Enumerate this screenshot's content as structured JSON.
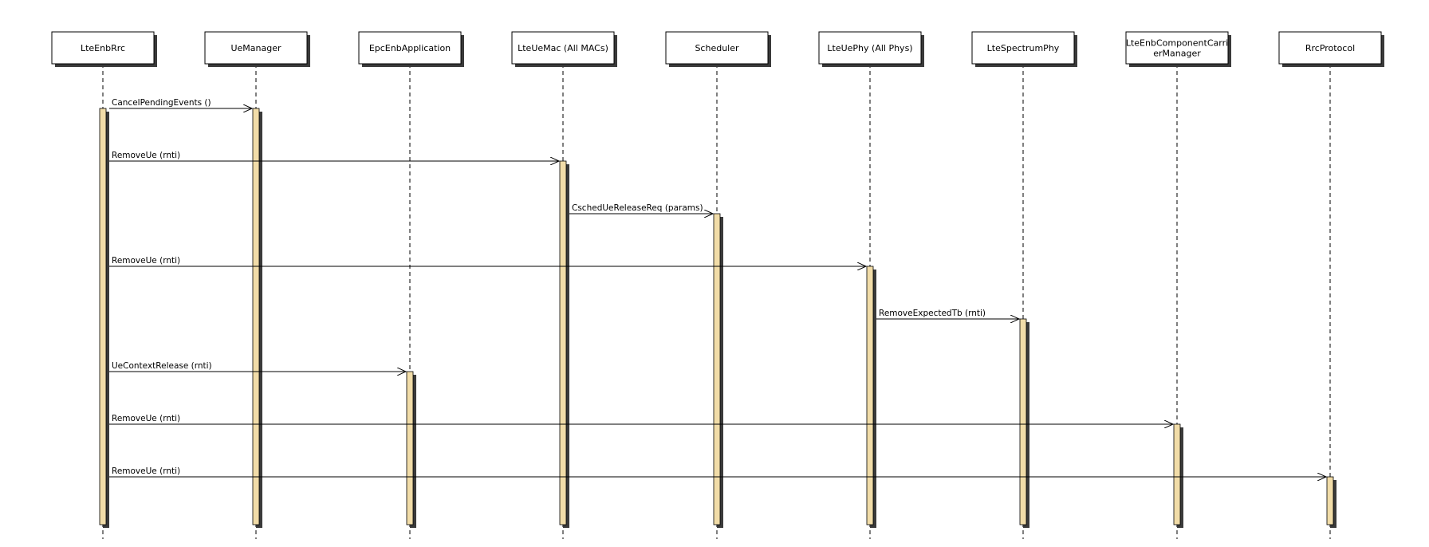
{
  "diagram": {
    "type": "sequence",
    "colors": {
      "background": "#ffffff",
      "participant_fill": "#ffffff",
      "participant_border": "#000000",
      "shadow": "#3a3a3a",
      "activation_fill": "#f1dca8",
      "line": "#000000"
    },
    "participants": [
      {
        "id": "rrc",
        "label_lines": [
          "LteEnbRrc"
        ]
      },
      {
        "id": "uemgr",
        "label_lines": [
          "UeManager"
        ]
      },
      {
        "id": "epcapp",
        "label_lines": [
          "EpcEnbApplication"
        ]
      },
      {
        "id": "mac",
        "label_lines": [
          "LteUeMac (All MACs)"
        ]
      },
      {
        "id": "sched",
        "label_lines": [
          "Scheduler"
        ]
      },
      {
        "id": "phy",
        "label_lines": [
          "LteUePhy (All Phys)"
        ]
      },
      {
        "id": "spectrum",
        "label_lines": [
          "LteSpectrumPhy"
        ]
      },
      {
        "id": "ccm",
        "label_lines": [
          "LteEnbComponentCarri",
          "erManager"
        ]
      },
      {
        "id": "rrcproto",
        "label_lines": [
          "RrcProtocol"
        ]
      }
    ],
    "messages": [
      {
        "from": "rrc",
        "to": "uemgr",
        "label": "CancelPendingEvents ()"
      },
      {
        "from": "rrc",
        "to": "mac",
        "label": "RemoveUe (rnti)"
      },
      {
        "from": "mac",
        "to": "sched",
        "label": "CschedUeReleaseReq (params)"
      },
      {
        "from": "rrc",
        "to": "phy",
        "label": "RemoveUe (rnti)"
      },
      {
        "from": "phy",
        "to": "spectrum",
        "label": "RemoveExpectedTb (rnti)"
      },
      {
        "from": "rrc",
        "to": "epcapp",
        "label": "UeContextRelease (rnti)"
      },
      {
        "from": "rrc",
        "to": "ccm",
        "label": "RemoveUe (rnti)"
      },
      {
        "from": "rrc",
        "to": "rrcproto",
        "label": "RemoveUe (rnti)"
      }
    ]
  }
}
